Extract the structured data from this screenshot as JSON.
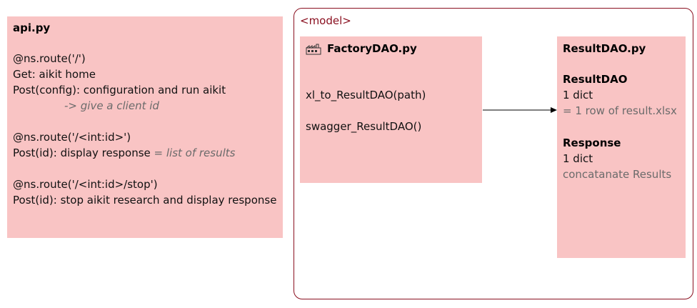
{
  "api": {
    "title": "api.py",
    "route_root": "@ns.route('/')",
    "get_line": "Get: aikit home",
    "post_config": "Post(config): configuration and run aikit",
    "client_id_note": "-> give a client id",
    "route_id": "@ns.route('/<int:id>')",
    "post_display_prefix": "Post(id): display response ",
    "post_display_suffix": "= list of results",
    "route_stop": "@ns.route('/<int:id>/stop')",
    "post_stop": "Post(id): stop aikit research and display response"
  },
  "model": {
    "label": "<model>",
    "factory": {
      "icon": "factory-icon",
      "title": "FactoryDAO.py",
      "method_1": "xl_to_ResultDAO(path)",
      "method_2": "swagger_ResultDAO()"
    },
    "result": {
      "title": "ResultDAO.py",
      "class_1_name": "ResultDAO",
      "class_1_type": "1 dict",
      "class_1_note": "= 1 row of result.xlsx",
      "class_2_name": "Response",
      "class_2_type": "1 dict",
      "class_2_note": "concatanate Results"
    }
  },
  "colors": {
    "box_fill": "#f9c4c4",
    "container_border": "#8a1020",
    "muted_text": "#6b6b6b"
  }
}
